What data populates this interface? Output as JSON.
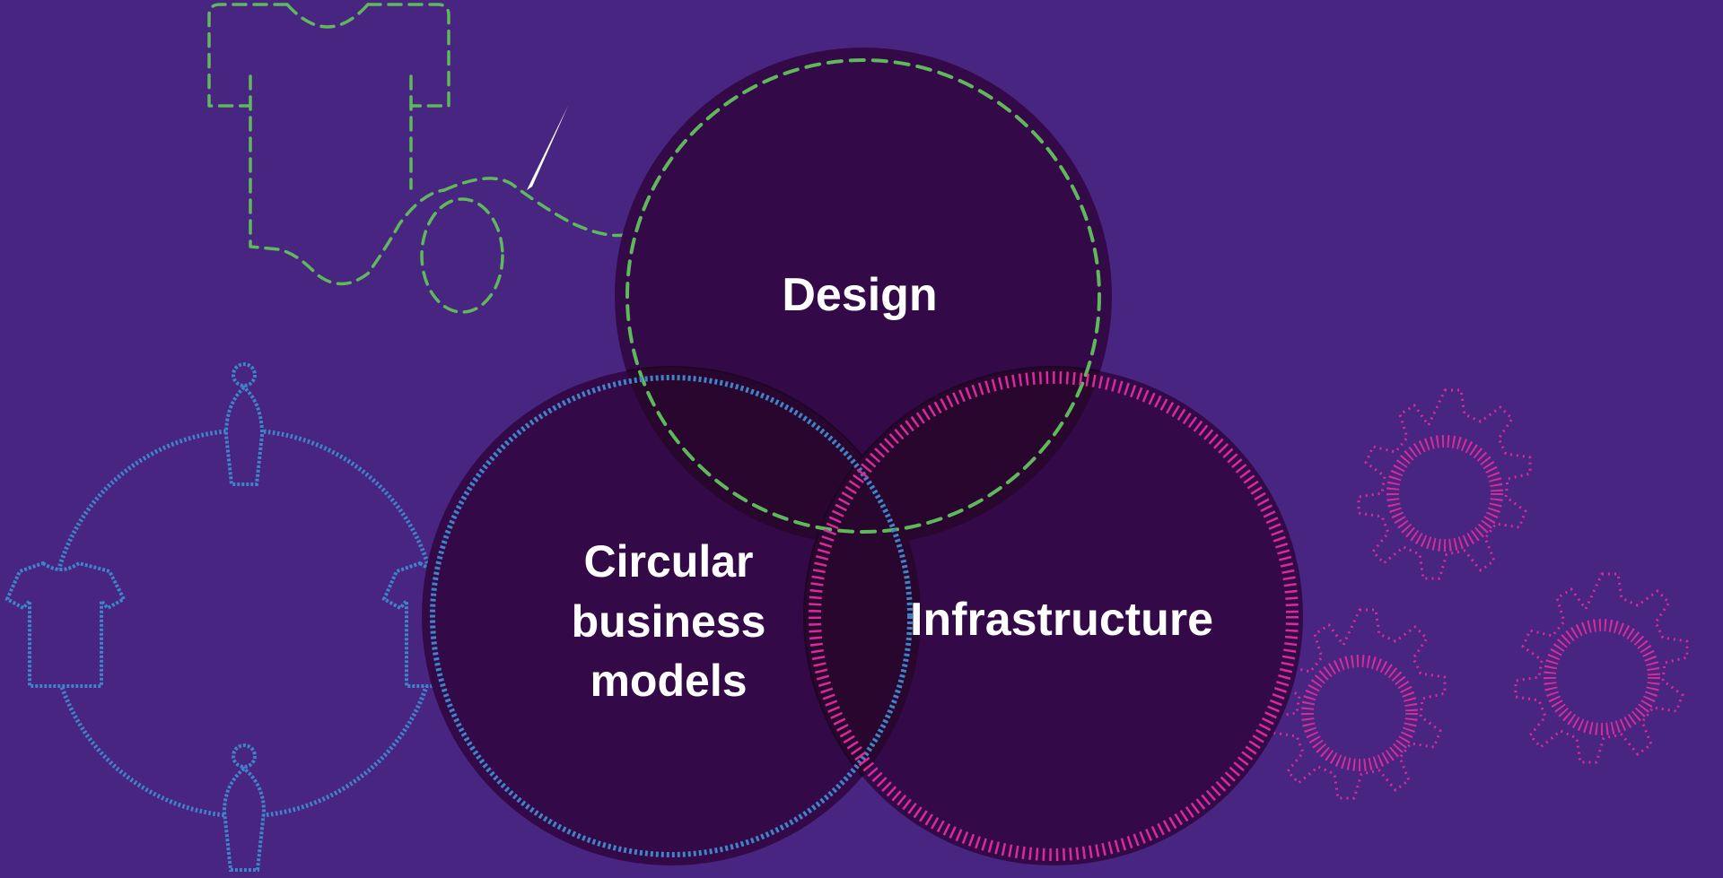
{
  "labels": {
    "design": "Design",
    "circular_line1": "Circular",
    "circular_line2": "business",
    "circular_line3": "models",
    "infrastructure": "Infrastructure"
  },
  "colors": {
    "background": "#472581",
    "circle_fill": "#330a47",
    "design_stitch": "#5fb85a",
    "circular_stitch": "#3f83c9",
    "infrastructure_stitch": "#d62b9b",
    "label": "#ffffff"
  },
  "icons": {
    "shirt_sewing": "tshirt-needle-thread-icon",
    "circular_loop": "circular-loop-people-shirts-icon",
    "gears": "gears-icon"
  }
}
